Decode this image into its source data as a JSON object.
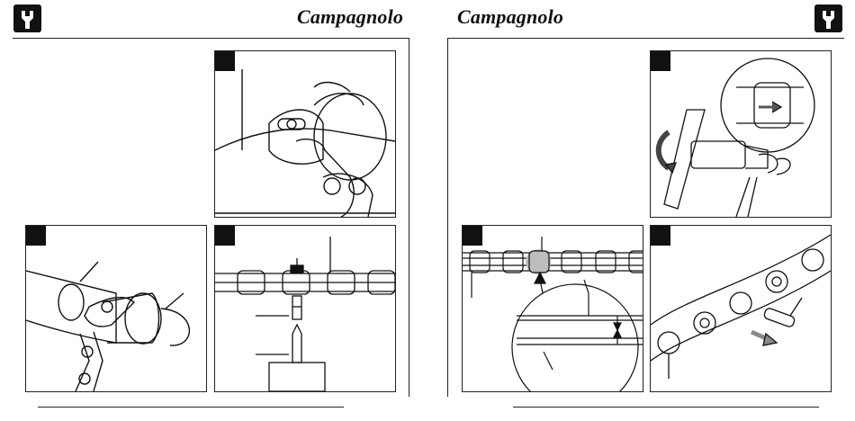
{
  "brand": {
    "left_logo": "Campagnolo",
    "right_logo": "Campagnolo"
  },
  "icons": {
    "header_left": "wrench-icon",
    "header_right": "wrench-icon"
  },
  "colors": {
    "ink": "#111111",
    "paper": "#ffffff",
    "highlight": "#bdbdbd",
    "arrow": "#8a8a8a"
  },
  "left_page": {
    "panels": [
      {
        "name": "panel-top-right",
        "subject": "chain-pin-in-tool-closeup"
      },
      {
        "name": "panel-bottom-left",
        "subject": "chain-in-tool-with-ring"
      },
      {
        "name": "panel-bottom-right",
        "subject": "chain-pin-press-diagram"
      }
    ]
  },
  "right_page": {
    "panels": [
      {
        "name": "panel-top-right",
        "subject": "chain-tool-handle-rotation"
      },
      {
        "name": "panel-bottom-left",
        "subject": "chain-gap-magnified"
      },
      {
        "name": "panel-bottom-right",
        "subject": "chain-pin-insertion"
      }
    ]
  }
}
